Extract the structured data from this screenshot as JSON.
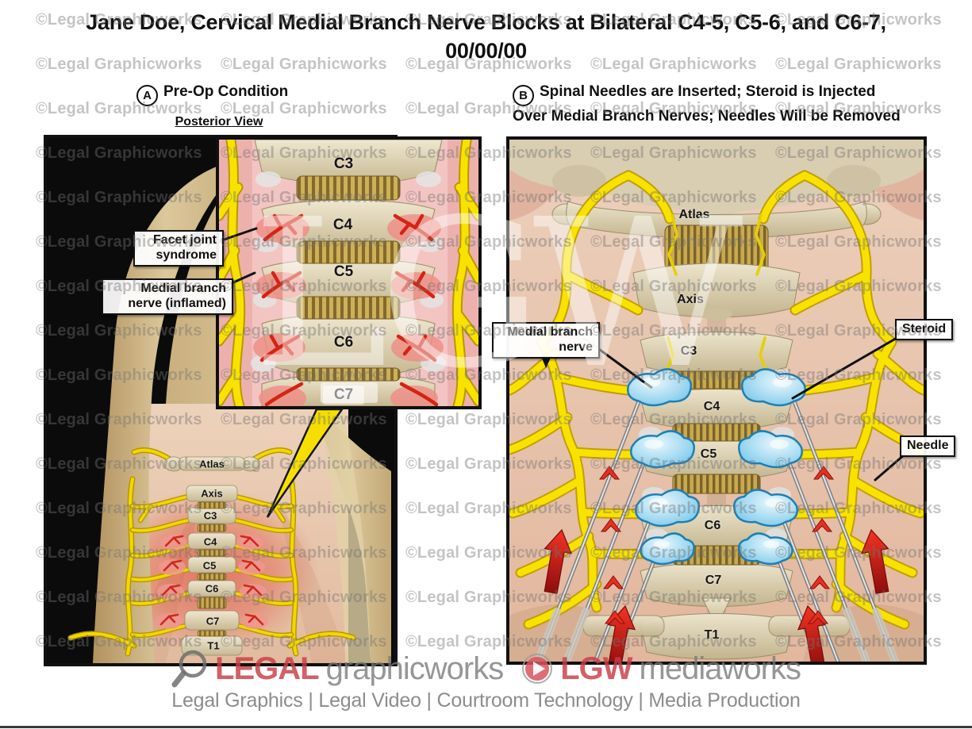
{
  "title": {
    "line1": "Jane Doe, Cervical Medial Branch Nerve Blocks at Bilateral C4-5, C5-6, and C6-7,",
    "line2": "00/00/00"
  },
  "watermark": {
    "text": "©Legal Graphicworks",
    "big": "LGW"
  },
  "panel_a": {
    "letter": "A",
    "heading": "Pre-Op Condition",
    "view_label": "Posterior View",
    "callout_facet": "Facet joint syndrome",
    "callout_medial": "Medial branch nerve (inflamed)",
    "inset_vertebrae": [
      "C3",
      "C4",
      "C5",
      "C6",
      "C7"
    ],
    "spine_vertebrae": [
      "Atlas",
      "Axis",
      "C3",
      "C4",
      "C5",
      "C6",
      "C7",
      "T1"
    ]
  },
  "panel_b": {
    "letter": "B",
    "heading_line1": "Spinal Needles are Inserted; Steroid is Injected",
    "heading_line2": "Over Medial Branch Nerves; Needles Will be Removed",
    "vertebrae": [
      "Atlas",
      "Axis",
      "C3",
      "C4",
      "C5",
      "C6",
      "C7",
      "T1"
    ],
    "callout_medial": "Medial branch nerve",
    "callout_steroid": "Steroid",
    "callout_needle": "Needle"
  },
  "footer": {
    "brand1_red": "LEGAL",
    "brand1_gray": "graphicworks",
    "brand2_red": "LGW",
    "brand2_gray": "mediaworks",
    "tagline": "Legal Graphics | Legal Video | Courtroom Technology | Media Production"
  },
  "colors": {
    "nerve_yellow": "#f8e300",
    "steroid_blue": "#9fd8f0",
    "inflamed_red": "#d42020",
    "inset_pink": "#f3c5c2",
    "bone": "#d8cbae",
    "skin": "#e8c9b4",
    "brand_red": "#c93c46",
    "watermark_gray": "#737373"
  }
}
